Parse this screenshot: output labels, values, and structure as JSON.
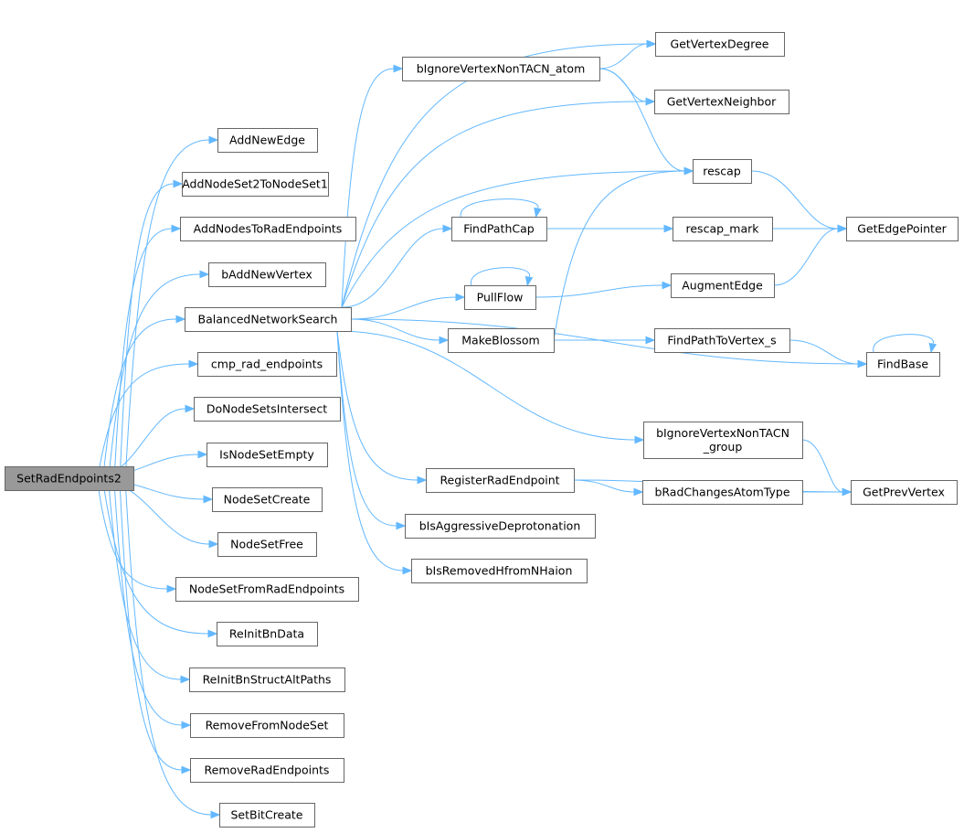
{
  "graph": {
    "root": "SetRadEndpoints2",
    "arrow_color": "#63b8ff",
    "nodes": [
      {
        "id": "root",
        "label": "SetRadEndpoints2",
        "root": true
      },
      {
        "id": "addnewedge",
        "label": "AddNewEdge"
      },
      {
        "id": "addnodeset2",
        "label": "AddNodeSet2ToNodeSet1"
      },
      {
        "id": "addnodestorad",
        "label": "AddNodesToRadEndpoints"
      },
      {
        "id": "baddnewvertex",
        "label": "bAddNewVertex"
      },
      {
        "id": "bns",
        "label": "BalancedNetworkSearch"
      },
      {
        "id": "cmprad",
        "label": "cmp_rad_endpoints"
      },
      {
        "id": "donodesets",
        "label": "DoNodeSetsIntersect"
      },
      {
        "id": "isnodesetempty",
        "label": "IsNodeSetEmpty"
      },
      {
        "id": "nodesetcreate",
        "label": "NodeSetCreate"
      },
      {
        "id": "nodesetfree",
        "label": "NodeSetFree"
      },
      {
        "id": "nodesetfromrad",
        "label": "NodeSetFromRadEndpoints"
      },
      {
        "id": "reinitbndata",
        "label": "ReInitBnData"
      },
      {
        "id": "reinitbnstruct",
        "label": "ReInitBnStructAltPaths"
      },
      {
        "id": "removefromnodeset",
        "label": "RemoveFromNodeSet"
      },
      {
        "id": "removeradendpoints",
        "label": "RemoveRadEndpoints"
      },
      {
        "id": "setbitcreate",
        "label": "SetBitCreate"
      },
      {
        "id": "bignoreatom",
        "label": "bIgnoreVertexNonTACN_atom"
      },
      {
        "id": "findpathcap",
        "label": "FindPathCap"
      },
      {
        "id": "pullflow",
        "label": "PullFlow"
      },
      {
        "id": "makeblossom",
        "label": "MakeBlossom"
      },
      {
        "id": "registerrad",
        "label": "RegisterRadEndpoint"
      },
      {
        "id": "bisaggressive",
        "label": "bIsAggressiveDeprotonation"
      },
      {
        "id": "bisremoved",
        "label": "bIsRemovedHfromNHaion"
      },
      {
        "id": "getvertexdegree",
        "label": "GetVertexDegree"
      },
      {
        "id": "getvertexneighbor",
        "label": "GetVertexNeighbor"
      },
      {
        "id": "rescap",
        "label": "rescap"
      },
      {
        "id": "rescapmark",
        "label": "rescap_mark"
      },
      {
        "id": "augmentedge",
        "label": "AugmentEdge"
      },
      {
        "id": "findpathtovertex",
        "label": "FindPathToVertex_s"
      },
      {
        "id": "bignoregroup",
        "label": "bIgnoreVertexNonTACN\n_group"
      },
      {
        "id": "bradchanges",
        "label": "bRadChangesAtomType"
      },
      {
        "id": "getedgepointer",
        "label": "GetEdgePointer"
      },
      {
        "id": "findbase",
        "label": "FindBase"
      },
      {
        "id": "getprevvertex",
        "label": "GetPrevVertex"
      }
    ],
    "edges": [
      [
        "root",
        "addnewedge"
      ],
      [
        "root",
        "addnodeset2"
      ],
      [
        "root",
        "addnodestorad"
      ],
      [
        "root",
        "baddnewvertex"
      ],
      [
        "root",
        "bns"
      ],
      [
        "root",
        "cmprad"
      ],
      [
        "root",
        "donodesets"
      ],
      [
        "root",
        "isnodesetempty"
      ],
      [
        "root",
        "nodesetcreate"
      ],
      [
        "root",
        "nodesetfree"
      ],
      [
        "root",
        "nodesetfromrad"
      ],
      [
        "root",
        "reinitbndata"
      ],
      [
        "root",
        "reinitbnstruct"
      ],
      [
        "root",
        "removefromnodeset"
      ],
      [
        "root",
        "removeradendpoints"
      ],
      [
        "root",
        "setbitcreate"
      ],
      [
        "bns",
        "bignoreatom"
      ],
      [
        "bns",
        "getvertexdegree"
      ],
      [
        "bns",
        "getvertexneighbor"
      ],
      [
        "bns",
        "rescap"
      ],
      [
        "bns",
        "findpathcap"
      ],
      [
        "bns",
        "pullflow"
      ],
      [
        "bns",
        "makeblossom"
      ],
      [
        "bns",
        "findbase"
      ],
      [
        "bns",
        "bignoregroup"
      ],
      [
        "bns",
        "registerrad"
      ],
      [
        "bns",
        "bisaggressive"
      ],
      [
        "bns",
        "bisremoved"
      ],
      [
        "bignoreatom",
        "getvertexdegree"
      ],
      [
        "bignoreatom",
        "getvertexneighbor"
      ],
      [
        "bignoreatom",
        "rescap"
      ],
      [
        "findpathcap",
        "findpathcap"
      ],
      [
        "findpathcap",
        "rescapmark"
      ],
      [
        "pullflow",
        "pullflow"
      ],
      [
        "pullflow",
        "augmentedge"
      ],
      [
        "makeblossom",
        "rescap"
      ],
      [
        "makeblossom",
        "findpathtovertex"
      ],
      [
        "rescap",
        "getedgepointer"
      ],
      [
        "rescapmark",
        "getedgepointer"
      ],
      [
        "augmentedge",
        "getedgepointer"
      ],
      [
        "findpathtovertex",
        "findbase"
      ],
      [
        "findbase",
        "findbase"
      ],
      [
        "bignoregroup",
        "getprevvertex"
      ],
      [
        "registerrad",
        "bradchanges"
      ],
      [
        "registerrad",
        "getprevvertex"
      ],
      [
        "bradchanges",
        "getprevvertex"
      ]
    ]
  }
}
